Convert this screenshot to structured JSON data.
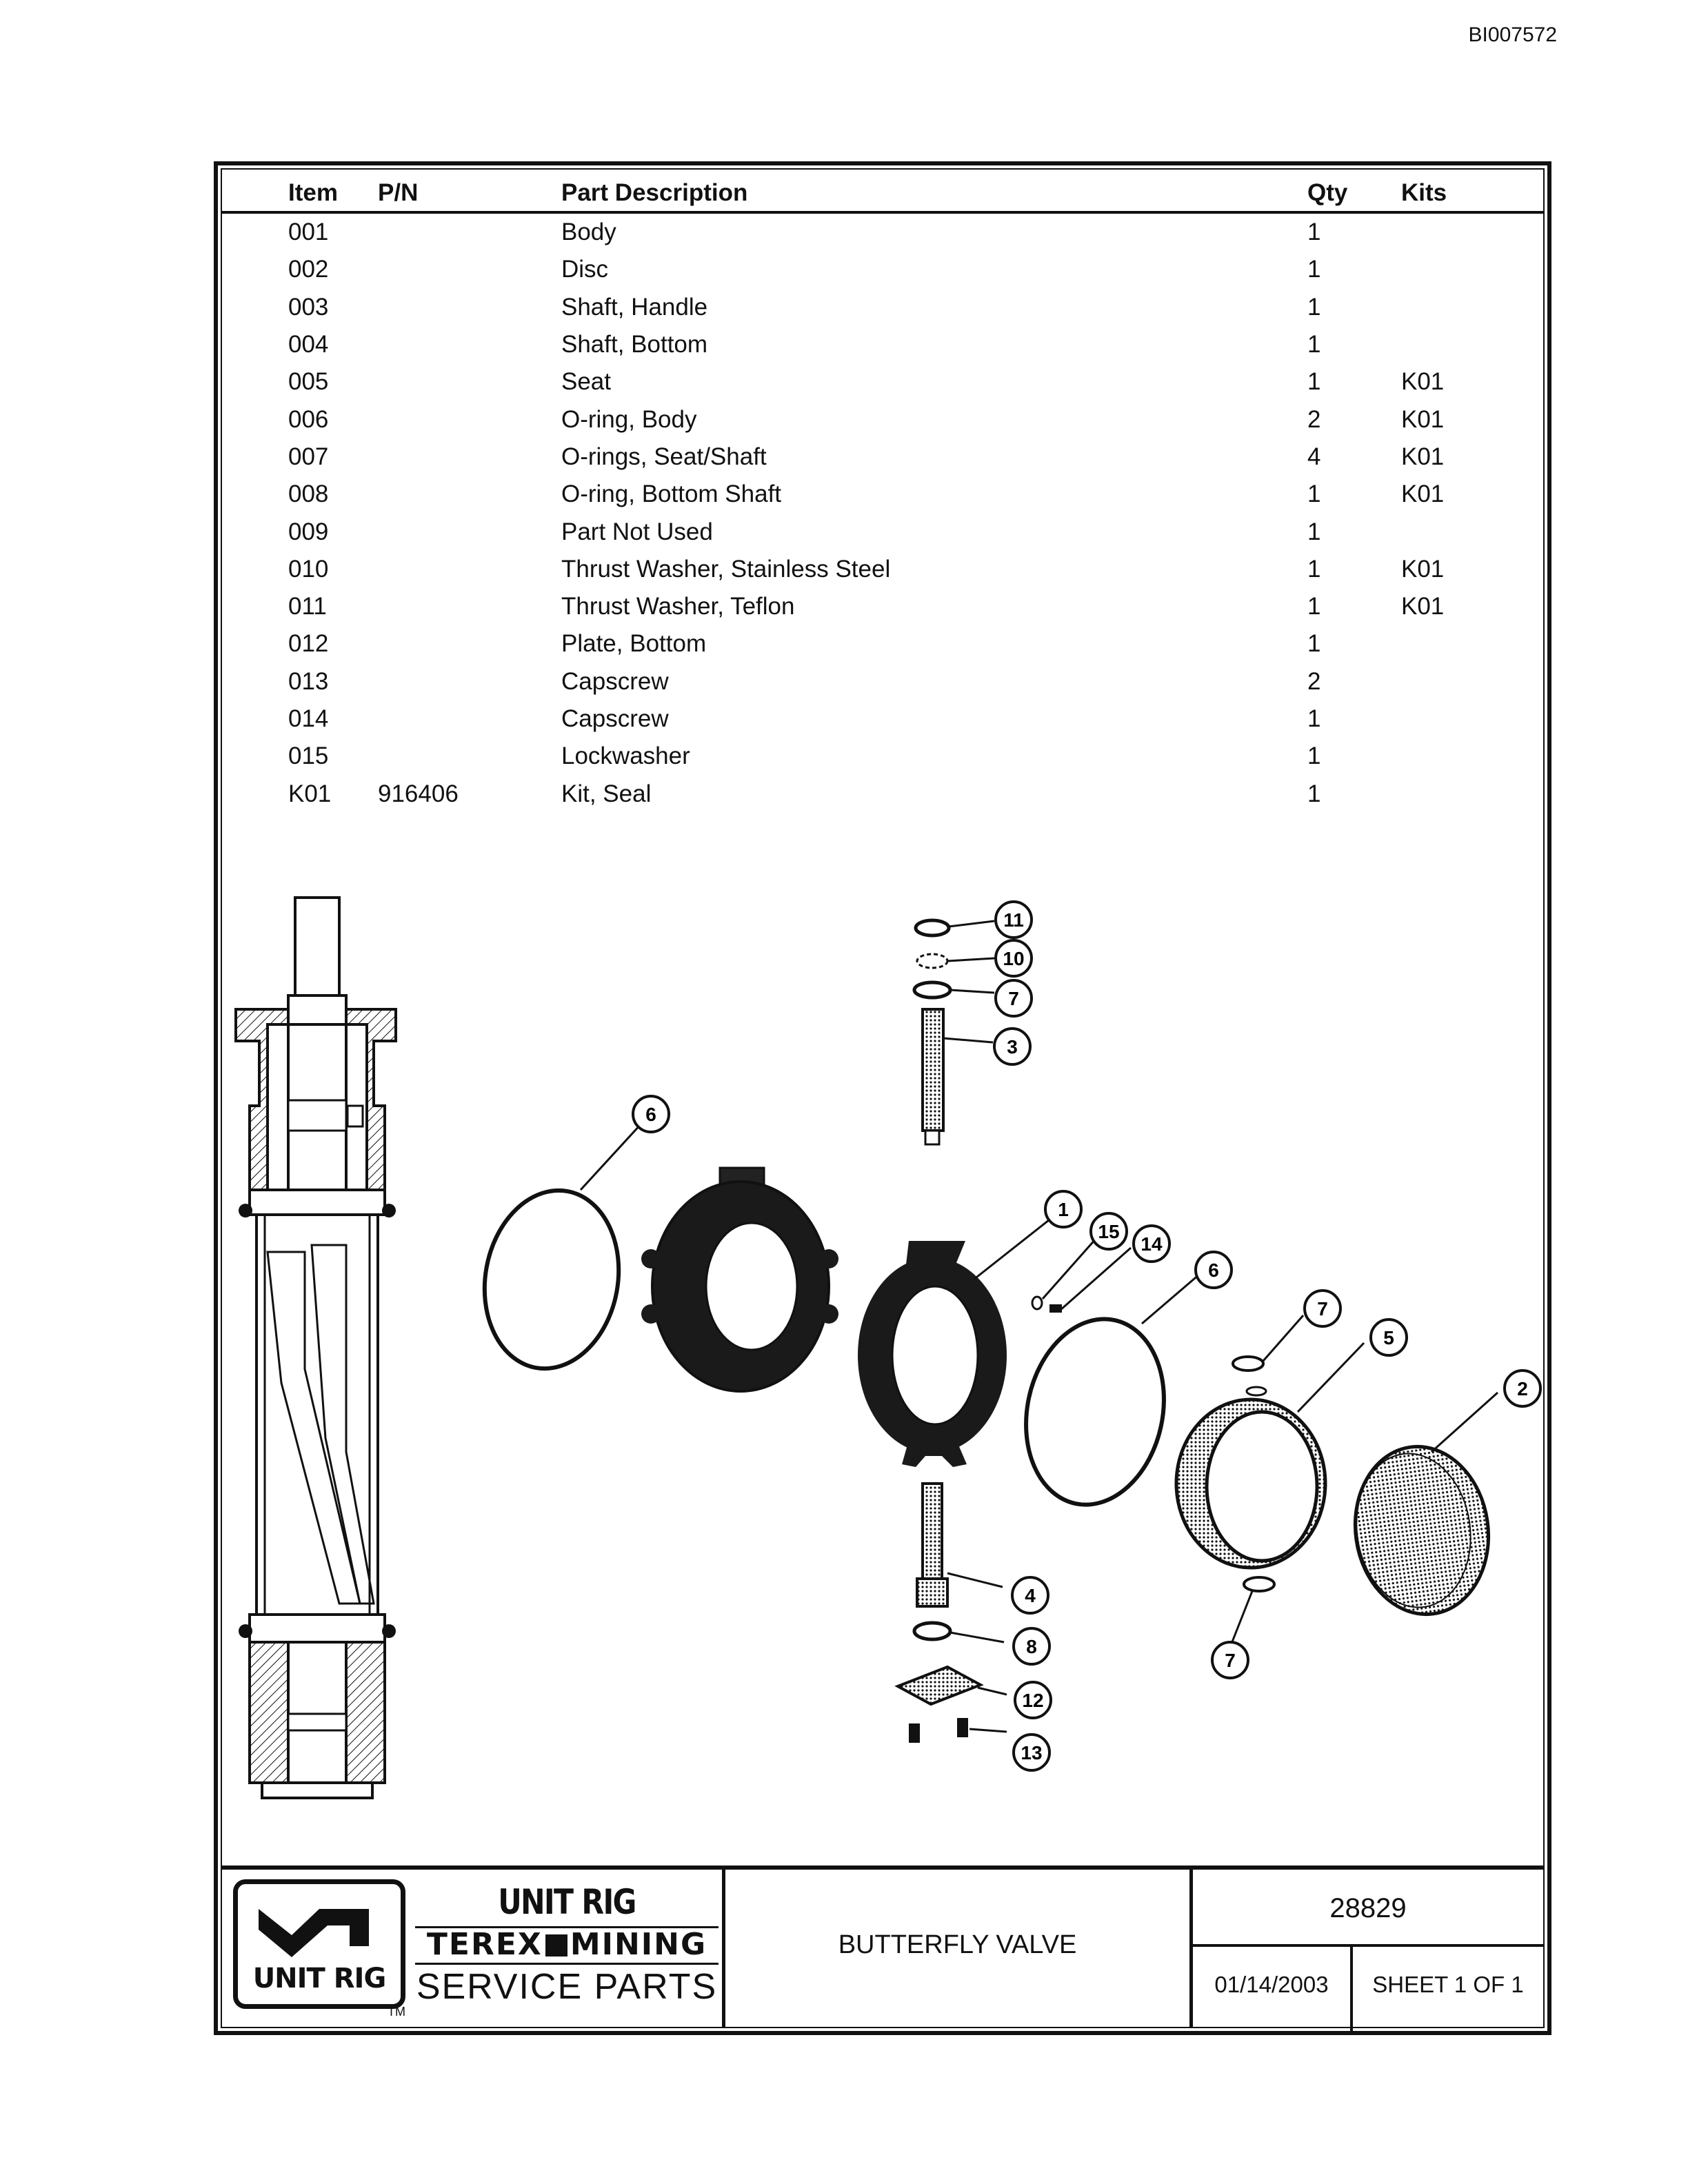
{
  "doc_id": "BI007572",
  "table": {
    "headers": {
      "item": "Item",
      "pn": "P/N",
      "desc": "Part Description",
      "qty": "Qty",
      "kits": "Kits"
    },
    "rows": [
      {
        "item": "001",
        "pn": "",
        "desc": "Body",
        "qty": "1",
        "kits": ""
      },
      {
        "item": "002",
        "pn": "",
        "desc": "Disc",
        "qty": "1",
        "kits": ""
      },
      {
        "item": "003",
        "pn": "",
        "desc": "Shaft, Handle",
        "qty": "1",
        "kits": ""
      },
      {
        "item": "004",
        "pn": "",
        "desc": "Shaft, Bottom",
        "qty": "1",
        "kits": ""
      },
      {
        "item": "005",
        "pn": "",
        "desc": "Seat",
        "qty": "1",
        "kits": "K01"
      },
      {
        "item": "006",
        "pn": "",
        "desc": "O-ring, Body",
        "qty": "2",
        "kits": "K01"
      },
      {
        "item": "007",
        "pn": "",
        "desc": "O-rings, Seat/Shaft",
        "qty": "4",
        "kits": "K01"
      },
      {
        "item": "008",
        "pn": "",
        "desc": "O-ring, Bottom Shaft",
        "qty": "1",
        "kits": "K01"
      },
      {
        "item": "009",
        "pn": "",
        "desc": "Part Not Used",
        "qty": "1",
        "kits": ""
      },
      {
        "item": "010",
        "pn": "",
        "desc": "Thrust Washer, Stainless Steel",
        "qty": "1",
        "kits": "K01"
      },
      {
        "item": "011",
        "pn": "",
        "desc": "Thrust Washer, Teflon",
        "qty": "1",
        "kits": "K01"
      },
      {
        "item": "012",
        "pn": "",
        "desc": "Plate, Bottom",
        "qty": "1",
        "kits": ""
      },
      {
        "item": "013",
        "pn": "",
        "desc": "Capscrew",
        "qty": "2",
        "kits": ""
      },
      {
        "item": "014",
        "pn": "",
        "desc": "Capscrew",
        "qty": "1",
        "kits": ""
      },
      {
        "item": "015",
        "pn": "",
        "desc": "Lockwasher",
        "qty": "1",
        "kits": ""
      },
      {
        "item": "K01",
        "pn": "916406",
        "desc": "Kit, Seal",
        "qty": "1",
        "kits": ""
      }
    ]
  },
  "callouts": [
    "11",
    "10",
    "7",
    "3",
    "6",
    "1",
    "15",
    "14",
    "6",
    "7",
    "5",
    "2",
    "4",
    "8",
    "12",
    "13",
    "7"
  ],
  "title_block": {
    "logo_text": "UNIT RIG",
    "brand_line1": "UNIT RIG",
    "brand_line2_a": "TEREX",
    "brand_line2_b": "MINING",
    "brand_line3": "SERVICE PARTS",
    "tm": "TM",
    "title": "BUTTERFLY VALVE",
    "drawing_number": "28829",
    "date": "01/14/2003",
    "sheet": "SHEET 1 OF 1"
  }
}
